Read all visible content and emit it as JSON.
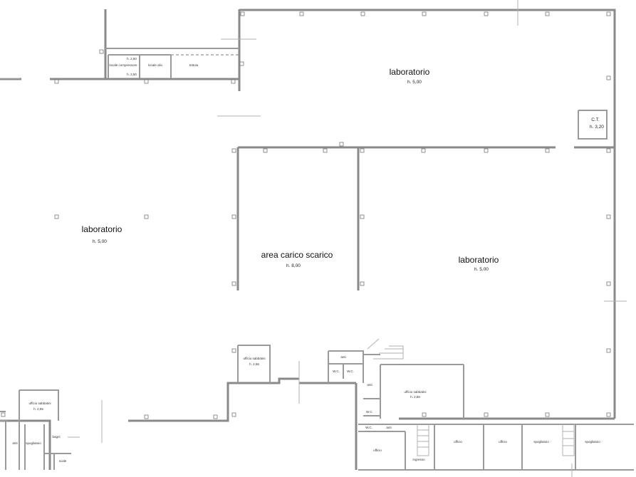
{
  "rooms": {
    "lab_north": {
      "name": "laboratorio",
      "height": "h. 5,00"
    },
    "lab_west": {
      "name": "laboratorio",
      "height": "h. 5,00"
    },
    "area_carico": {
      "name": "area carico scarico",
      "height": "h. 8,00"
    },
    "lab_east": {
      "name": "laboratorio",
      "height": "h. 5,00"
    },
    "ct": {
      "name": "C.T.",
      "height": "h. 3,20"
    },
    "locale_compressore": {
      "name": "locale compressore",
      "height": "h. 2,50"
    },
    "locale_olio": {
      "name": "locale olio",
      "height": "h. 2,50"
    },
    "tettoia": {
      "name": "tettoia"
    },
    "ufficio_sabbatini_center": {
      "name": "ufficio sabbatini",
      "height": "h. 2,55"
    },
    "ufficio_sabbatini_west": {
      "name": "ufficio sabbatini",
      "height": "h. 2,55"
    },
    "ufficio_sabbatini_big": {
      "name": "ufficio sabbatini",
      "height": "h. 2,55"
    },
    "antibagno_top": {
      "name": "anti"
    },
    "wc_1": {
      "name": "W.C."
    },
    "wc_2": {
      "name": "W.C."
    },
    "anti_side": {
      "name": "anti"
    },
    "wc_3": {
      "name": "W.C."
    },
    "wc_4": {
      "name": "W.C."
    },
    "anti_small": {
      "name": "anti"
    },
    "ufficio_1": {
      "name": "ufficio"
    },
    "ufficio_2": {
      "name": "ufficio"
    },
    "ufficio_3": {
      "name": "ufficio"
    },
    "spogliatoio_1": {
      "name": "spogliatoio"
    },
    "spogliatoio_2": {
      "name": "spogliatoio"
    },
    "ingresso": {
      "name": "ingresso"
    },
    "anti_sw": {
      "name": "anti"
    },
    "spogliatoio_sw": {
      "name": "spogliatoio"
    },
    "bagni_sw": {
      "name": "bagni"
    },
    "scale_sw": {
      "name": "scale"
    }
  }
}
